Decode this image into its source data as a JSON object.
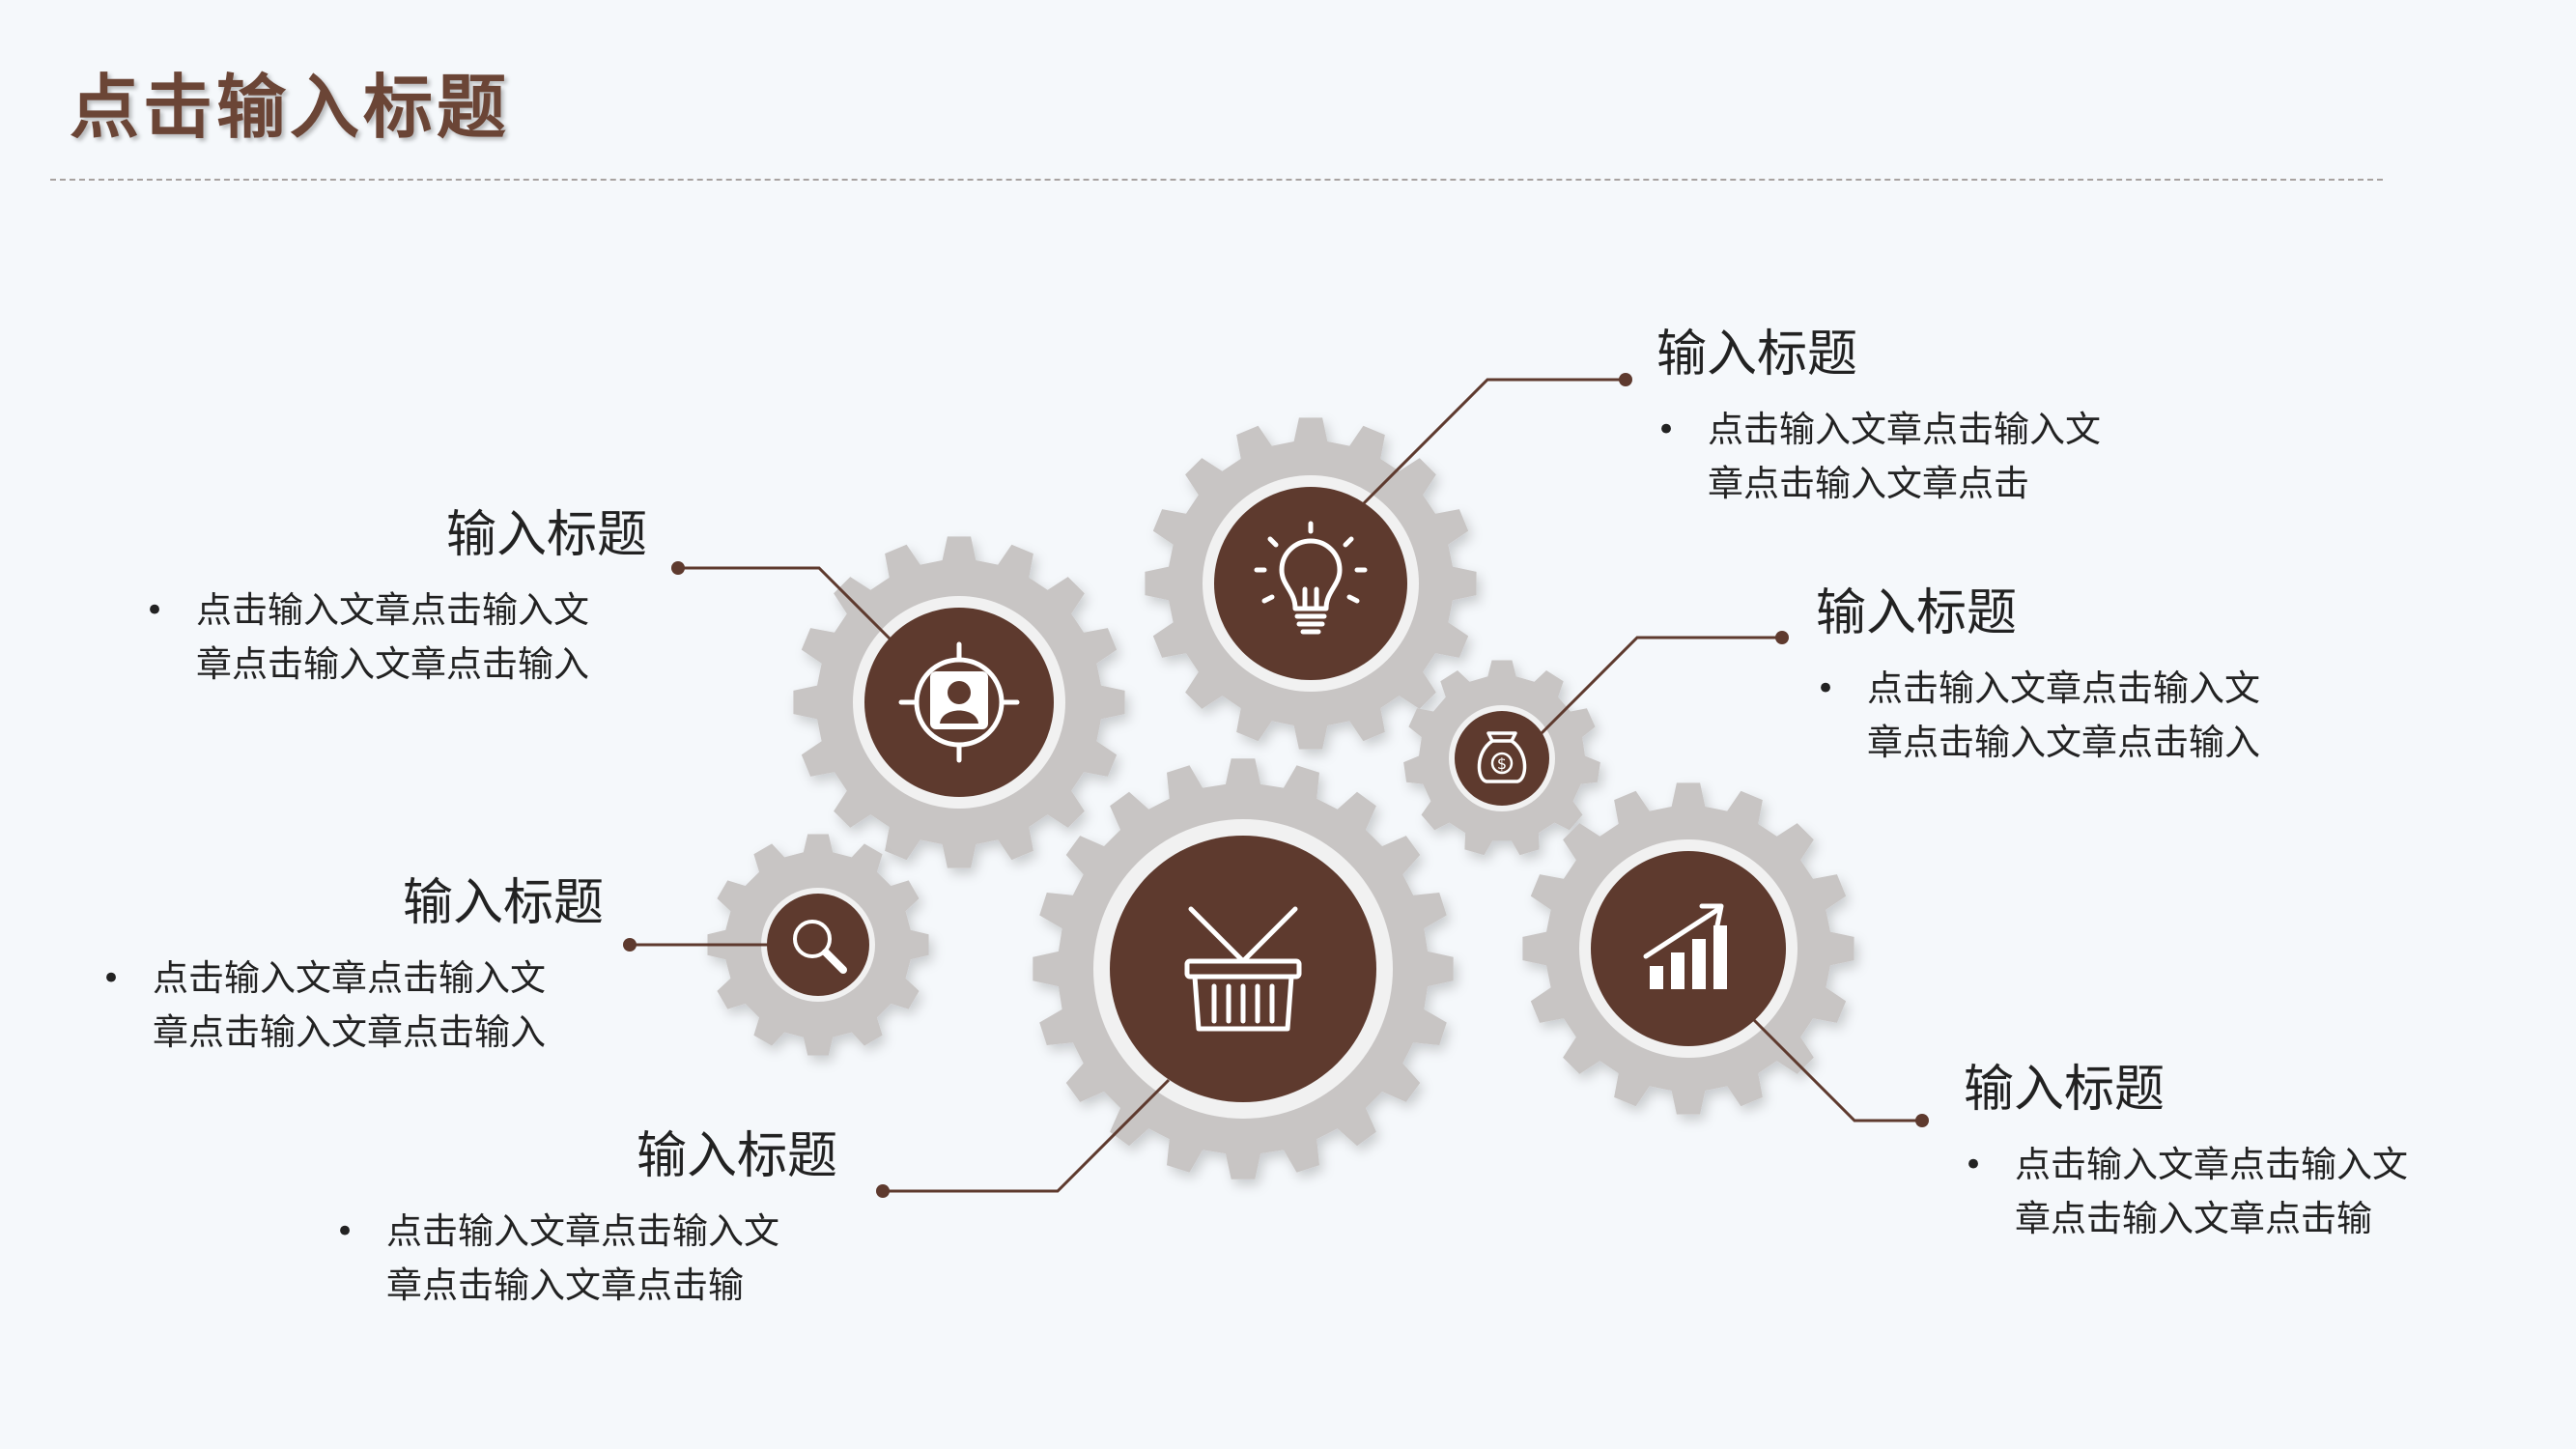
{
  "slide": {
    "title": "点击输入标题"
  },
  "colors": {
    "accent": "#5e3a2e",
    "gear": "#c8c5c4",
    "title": "#6b4536",
    "background": "#f5f8fb"
  },
  "items": [
    {
      "icon": "person-target-icon",
      "heading": "输入标题",
      "bullet_marker": "•",
      "text": "点击输入文章点击输入文章点击输入文章点击输入"
    },
    {
      "icon": "lightbulb-icon",
      "heading": "输入标题",
      "bullet_marker": "•",
      "text": "点击输入文章点击输入文章点击输入文章点击"
    },
    {
      "icon": "money-bag-icon",
      "heading": "输入标题",
      "bullet_marker": "•",
      "text": "点击输入文章点击输入文章点击输入文章点击输入"
    },
    {
      "icon": "search-icon",
      "heading": "输入标题",
      "bullet_marker": "•",
      "text": "点击输入文章点击输入文章点击输入文章点击输入"
    },
    {
      "icon": "shopping-basket-icon",
      "heading": "输入标题",
      "bullet_marker": "•",
      "text": "点击输入文章点击输入文章点击输入文章点击输"
    },
    {
      "icon": "growth-chart-icon",
      "heading": "输入标题",
      "bullet_marker": "•",
      "text": "点击输入文章点击输入文章点击输入文章点击输"
    }
  ]
}
